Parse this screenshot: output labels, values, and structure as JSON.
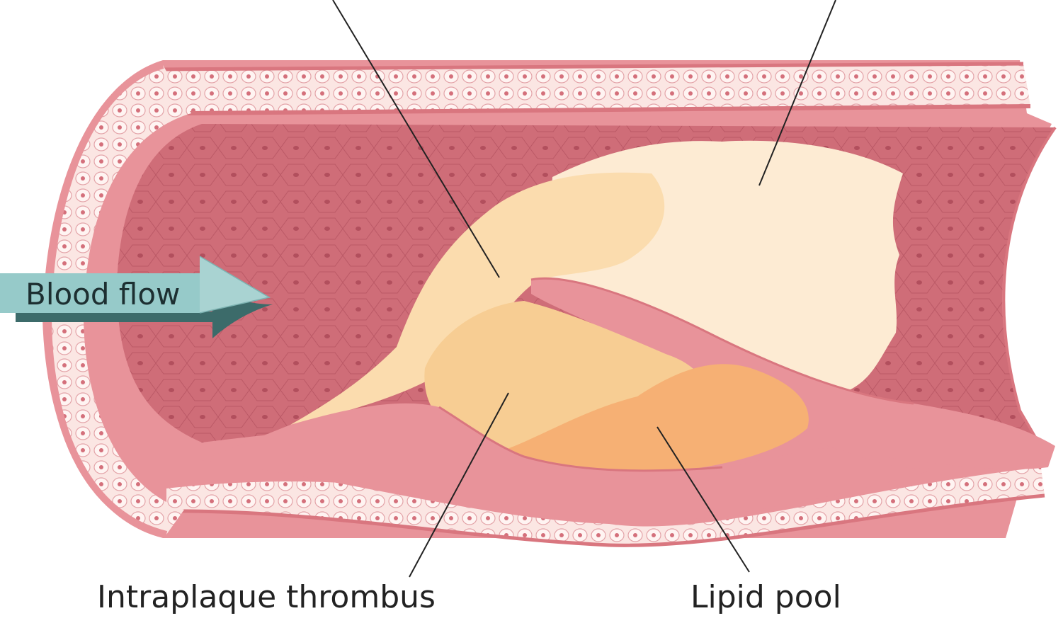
{
  "labels": {
    "blood_flow": "Blood flow",
    "intraplaque_thrombus": "Intraplaque thrombus",
    "lipid_pool": "Lipid pool"
  },
  "colors": {
    "vessel_wall": "#e8939a",
    "vessel_wall_dark": "#d9767f",
    "lumen": "#cf6d78",
    "cell_layer": "#fbe6e3",
    "cell_nucleus": "#d4707b",
    "plaque_cap": "#fdebd3",
    "thrombus": "#f7cd93",
    "thrombus_light": "#fbdcae",
    "lipid": "#f6b074",
    "arrow": "#96cac9",
    "arrow_dark": "#3c6b6a"
  }
}
